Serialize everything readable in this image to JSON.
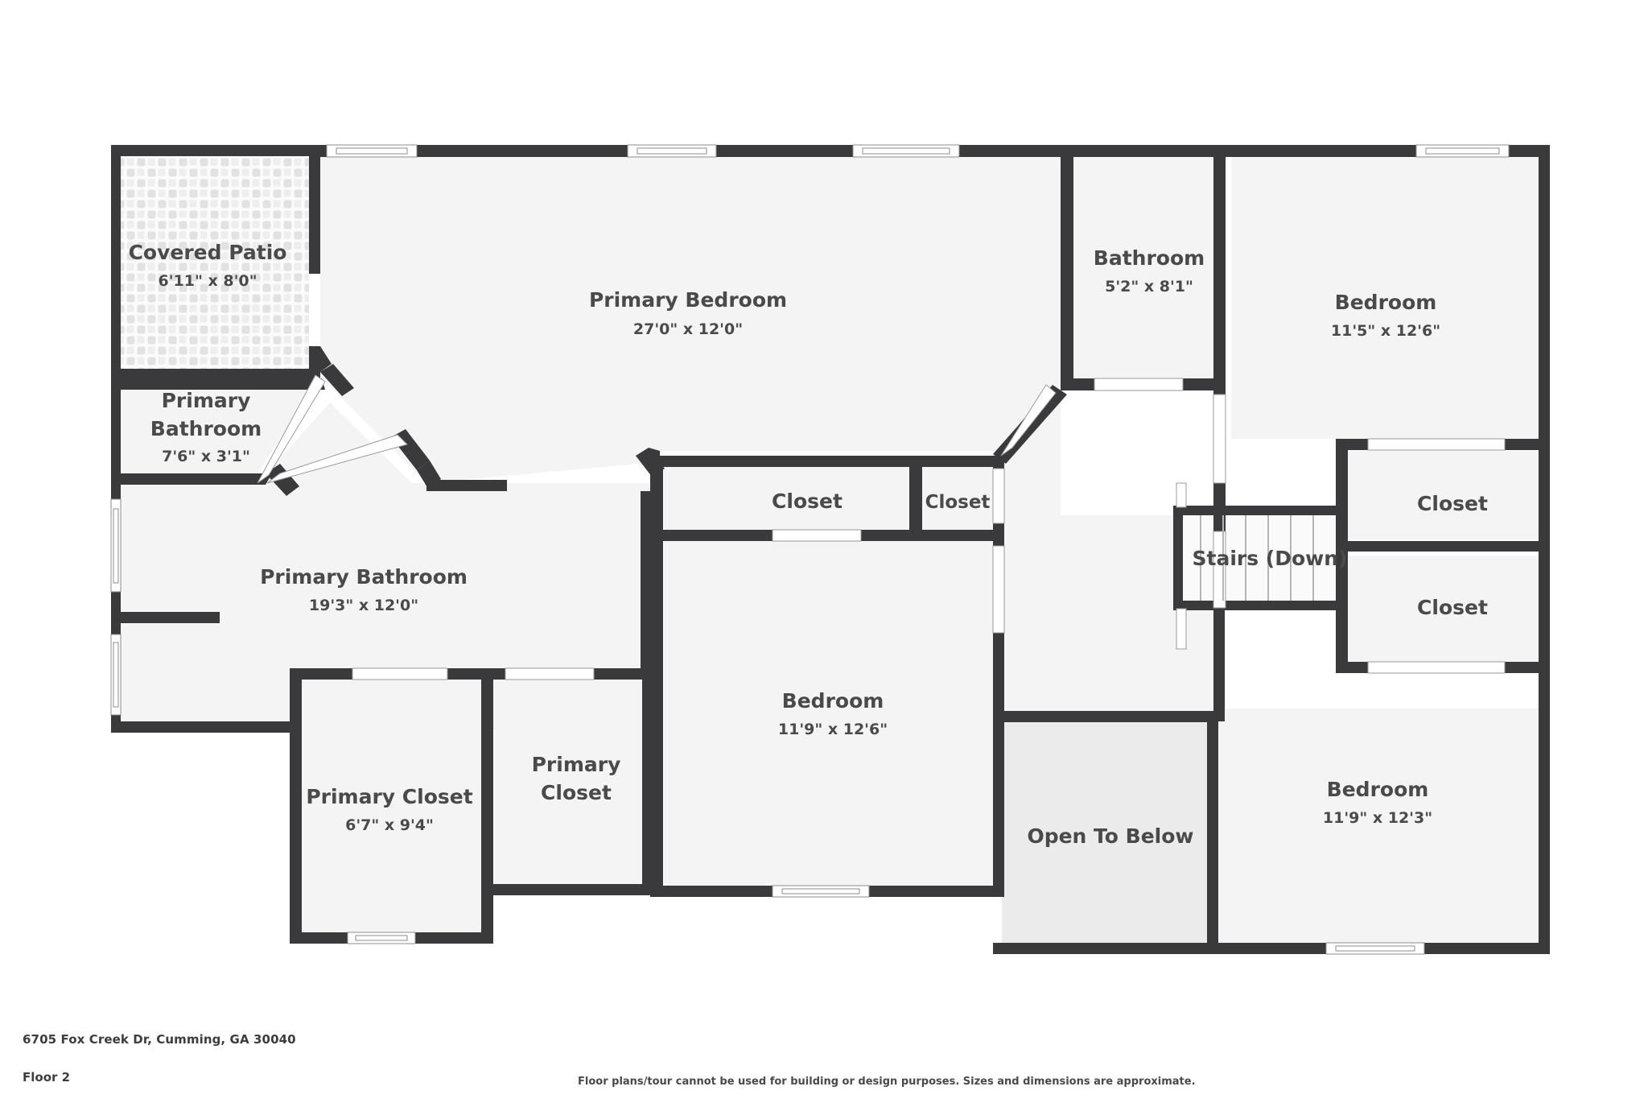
{
  "document": {
    "type": "floor-plan",
    "address": "6705 Fox Creek Dr, Cumming, GA 30040",
    "floor_label": "Floor 2",
    "disclaimer": "Floor plans/tour cannot be used for building or design purposes. Sizes and dimensions are approximate."
  },
  "colors": {
    "wall": "#3a3a3c",
    "room_fill": "#f4f4f4",
    "open_below_fill": "#ebebeb",
    "patio_tile": "#dcdcdc",
    "text": "#4a4a4a",
    "window": "#ffffff",
    "background": "#ffffff"
  },
  "rooms": [
    {
      "id": "covered-patio",
      "name": "Covered Patio",
      "dimensions": "6'11\" x 8'0\"",
      "fill": "tile"
    },
    {
      "id": "primary-bedroom",
      "name": "Primary Bedroom",
      "dimensions": "27'0\" x 12'0\"",
      "fill": "plain"
    },
    {
      "id": "bathroom",
      "name": "Bathroom",
      "dimensions": "5'2\" x 8'1\"",
      "fill": "plain"
    },
    {
      "id": "bedroom-upper-right",
      "name": "Bedroom",
      "dimensions": "11'5\" x 12'6\"",
      "fill": "plain"
    },
    {
      "id": "primary-bathroom-small",
      "name": "Primary Bathroom",
      "dimensions": "7'6\" x 3'1\"",
      "fill": "plain"
    },
    {
      "id": "primary-bathroom",
      "name": "Primary Bathroom",
      "dimensions": "19'3\" x 12'0\"",
      "fill": "plain"
    },
    {
      "id": "closet-center-left",
      "name": "Closet",
      "dimensions": "",
      "fill": "plain"
    },
    {
      "id": "closet-center-right",
      "name": "Closet",
      "dimensions": "",
      "fill": "plain"
    },
    {
      "id": "closet-right-upper",
      "name": "Closet",
      "dimensions": "",
      "fill": "plain"
    },
    {
      "id": "closet-right-lower",
      "name": "Closet",
      "dimensions": "",
      "fill": "plain"
    },
    {
      "id": "stairs",
      "name": "Stairs (Down)",
      "dimensions": "",
      "fill": "stairs"
    },
    {
      "id": "bedroom-center",
      "name": "Bedroom",
      "dimensions": "11'9\" x 12'6\"",
      "fill": "plain"
    },
    {
      "id": "bedroom-lower-right",
      "name": "Bedroom",
      "dimensions": "11'9\" x 12'3\"",
      "fill": "plain"
    },
    {
      "id": "primary-closet-1",
      "name": "Primary Closet",
      "dimensions": "6'7\" x 9'4\"",
      "fill": "plain"
    },
    {
      "id": "primary-closet-2",
      "name": "Primary Closet",
      "dimensions": "",
      "fill": "plain"
    },
    {
      "id": "open-to-below",
      "name": "Open To Below",
      "dimensions": "",
      "fill": "open"
    }
  ],
  "labels": {
    "covered_patio_name": "Covered Patio",
    "covered_patio_dim": "6'11\" x 8'0\"",
    "primary_bedroom_name": "Primary Bedroom",
    "primary_bedroom_dim": "27'0\" x 12'0\"",
    "bathroom_name": "Bathroom",
    "bathroom_dim": "5'2\" x 8'1\"",
    "bedroom_ur_name": "Bedroom",
    "bedroom_ur_dim": "11'5\" x 12'6\"",
    "primary_bath_sm_line1": "Primary",
    "primary_bath_sm_line2": "Bathroom",
    "primary_bath_sm_dim": "7'6\" x 3'1\"",
    "primary_bathroom_name": "Primary Bathroom",
    "primary_bathroom_dim": "19'3\" x 12'0\"",
    "closet_cl": "Closet",
    "closet_cr": "Closet",
    "closet_ru": "Closet",
    "closet_rl": "Closet",
    "stairs_name": "Stairs (Down)",
    "bedroom_center_name": "Bedroom",
    "bedroom_center_dim": "11'9\" x 12'6\"",
    "bedroom_lr_name": "Bedroom",
    "bedroom_lr_dim": "11'9\" x 12'3\"",
    "primary_closet1_name": "Primary Closet",
    "primary_closet1_dim": "6'7\" x 9'4\"",
    "primary_closet2_line1": "Primary",
    "primary_closet2_line2": "Closet",
    "open_to_below_name": "Open To Below"
  }
}
